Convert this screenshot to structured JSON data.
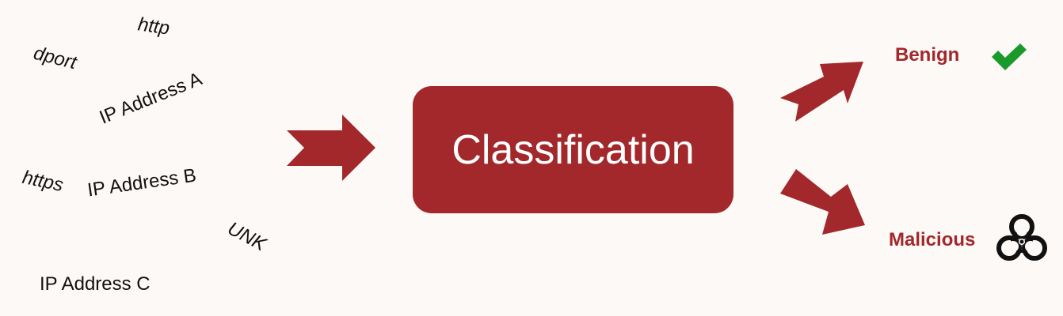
{
  "features": {
    "http": "http",
    "dport": "dport",
    "ip_a": "IP Address A",
    "https": "https",
    "ip_b": "IP Address B",
    "unk": "UNK",
    "ip_c": "IP Address C"
  },
  "process": {
    "label": "Classification"
  },
  "outcomes": {
    "benign": "Benign",
    "malicious": "Malicious"
  },
  "icons": {
    "benign": "checkmark-icon",
    "malicious": "biohazard-icon"
  },
  "colors": {
    "accent": "#a2282c",
    "check": "#1a9a2a",
    "background": "#fdf9f6",
    "text": "#111111"
  }
}
